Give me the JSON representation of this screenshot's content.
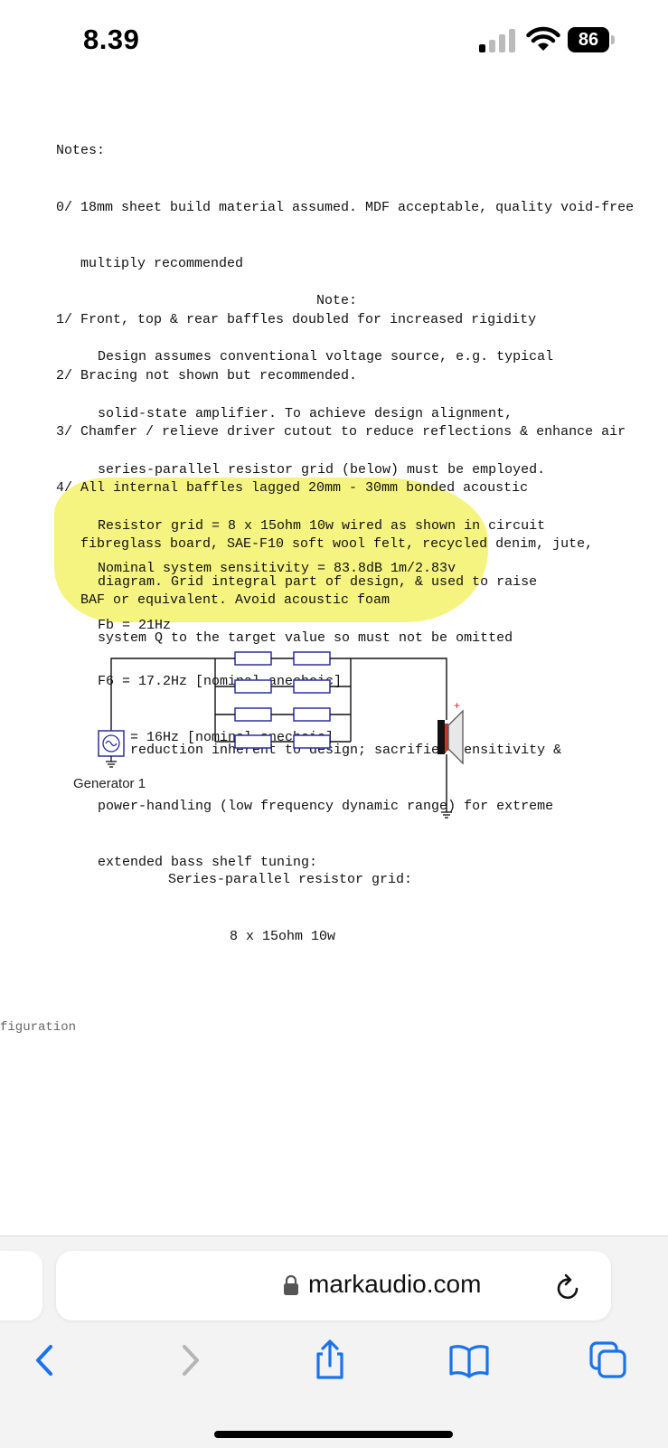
{
  "status_bar": {
    "time": "8.39",
    "battery": "86"
  },
  "notes": {
    "lines": [
      "Notes:",
      "0/ 18mm sheet build material assumed. MDF acceptable, quality void-free",
      "   multiply recommended",
      "1/ Front, top & rear baffles doubled for increased rigidity",
      "2/ Bracing not shown but recommended.",
      "3/ Chamfer / relieve driver cutout to reduce reflections & enhance air",
      "4/ All internal baffles lagged 20mm - 30mm bonded acoustic",
      "   fibreglass board, SAE-F10 soft wool felt, recycled denim, jute,",
      "   BAF or equivalent. Avoid acoustic foam"
    ]
  },
  "design_note": {
    "title": "Note:",
    "lines": [
      "Design assumes conventional voltage source, e.g. typical",
      "solid-state amplifier. To achieve design alignment,",
      "series-parallel resistor grid (below) must be employed.",
      "Resistor grid = 8 x 15ohm 10w wired as shown in circuit",
      "diagram. Grid integral part of design, & used to raise",
      "system Q to the target value so must not be omitted",
      "",
      "SPL reduction inherent to design; sacrifies sensitivity &",
      "power-handling (low frequency dynamic range) for extreme",
      "extended bass shelf tuning:"
    ]
  },
  "specs": {
    "lines": [
      "Nominal system sensitivity = 83.8dB 1m/2.83v",
      "Fb = 21Hz",
      "F6 = 17.2Hz [nominal anechoic]",
      "F10 = 16Hz [nominal anechoic]"
    ]
  },
  "circuit": {
    "generator_label": "Generator 1",
    "speaker_polarity": "+",
    "caption_line1": "Series-parallel resistor grid:",
    "caption_line2": "8 x 15ohm 10w"
  },
  "cut_off_text": "figuration",
  "browser": {
    "url": "markaudio.com"
  },
  "toolbar": {
    "icons": [
      "back-icon",
      "forward-icon",
      "share-icon",
      "bookmarks-icon",
      "tabs-icon"
    ]
  },
  "colors": {
    "highlight": "#f5f26a",
    "ios_blue": "#1a73e8",
    "resistor": "#2b2f9e"
  }
}
